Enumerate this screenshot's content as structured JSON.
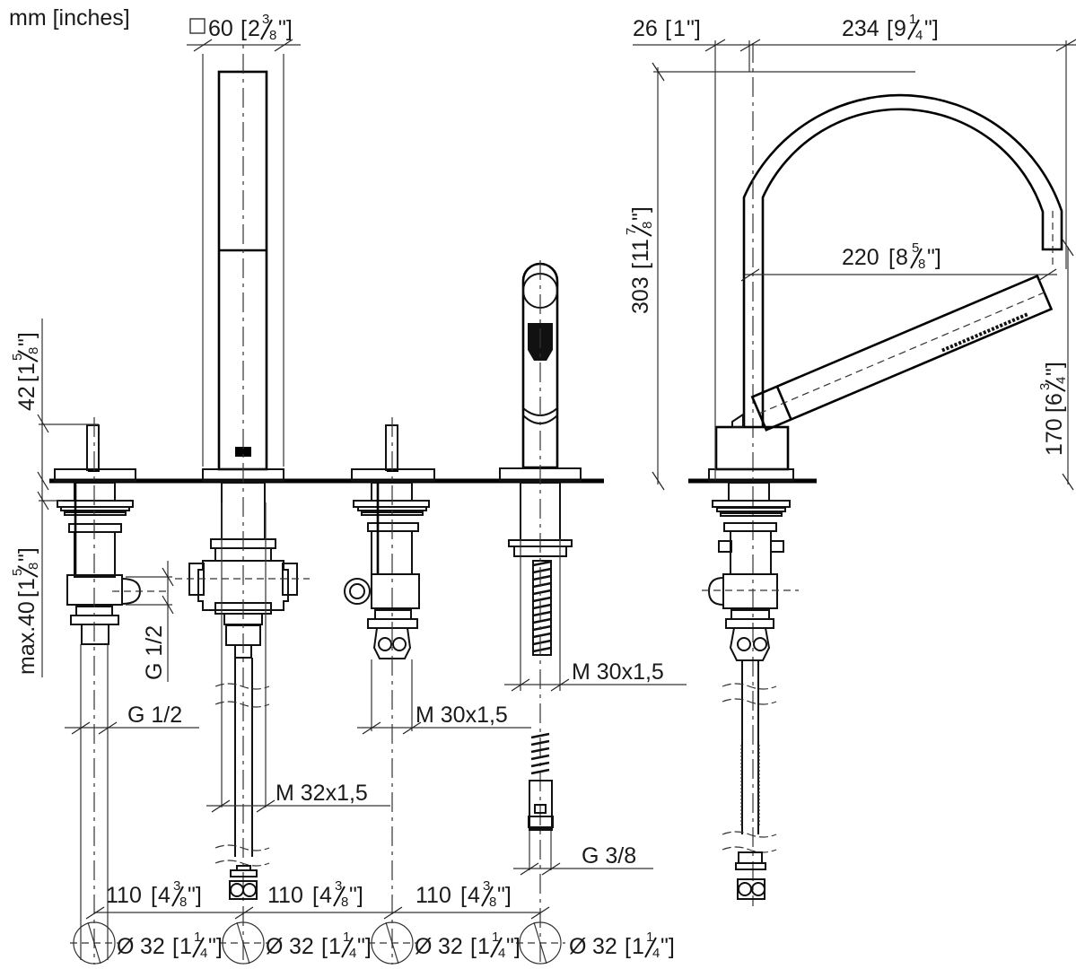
{
  "drawing": {
    "units_label": "mm [inches]",
    "type": "4-hole deck-mounted bath mixer - dimensional drawing",
    "views": [
      "front-view",
      "side-view"
    ]
  },
  "dimensions": {
    "handshower_square": {
      "symbol": "□",
      "mm": "60",
      "inch_whole": "2",
      "inch_num": "3",
      "inch_den": "8"
    },
    "spout_offset": {
      "mm": "26",
      "inch_whole": "1",
      "inch_num": "",
      "inch_den": ""
    },
    "spout_reach_total": {
      "mm": "234",
      "inch_whole": "9",
      "inch_num": "1",
      "inch_den": "4"
    },
    "spout_reach": {
      "mm": "220",
      "inch_whole": "8",
      "inch_num": "5",
      "inch_den": "8"
    },
    "spout_height": {
      "mm": "303",
      "inch_whole": "11",
      "inch_num": "7",
      "inch_den": "8"
    },
    "handshower_height": {
      "mm": "170",
      "inch_whole": "6",
      "inch_num": "3",
      "inch_den": "4"
    },
    "handle_height": {
      "mm": "42",
      "inch_whole": "1",
      "inch_num": "5",
      "inch_den": "8"
    },
    "deck_thickness": {
      "prefix": "max.",
      "mm": "40",
      "inch_whole": "1",
      "inch_num": "5",
      "inch_den": "8"
    }
  },
  "threads": {
    "valve_left_outlet": "G 1/2",
    "valve_left_base": "G 1/2",
    "diverter_connection": "M 32x1,5",
    "valve_right_base": "M 30x1,5",
    "handshower_base": "M 30x1,5",
    "hose_connection": "G 3/8"
  },
  "spacing": [
    {
      "mm": "110",
      "inch_whole": "4",
      "inch_num": "3",
      "inch_den": "8"
    },
    {
      "mm": "110",
      "inch_whole": "4",
      "inch_num": "3",
      "inch_den": "8"
    },
    {
      "mm": "110",
      "inch_whole": "4",
      "inch_num": "3",
      "inch_den": "8"
    }
  ],
  "holes": [
    {
      "symbol": "Ø",
      "mm": "32",
      "inch_whole": "1",
      "inch_num": "1",
      "inch_den": "4"
    },
    {
      "symbol": "Ø",
      "mm": "32",
      "inch_whole": "1",
      "inch_num": "1",
      "inch_den": "4"
    },
    {
      "symbol": "Ø",
      "mm": "32",
      "inch_whole": "1",
      "inch_num": "1",
      "inch_den": "4"
    },
    {
      "symbol": "Ø",
      "mm": "32",
      "inch_whole": "1",
      "inch_num": "1",
      "inch_den": "4"
    }
  ]
}
